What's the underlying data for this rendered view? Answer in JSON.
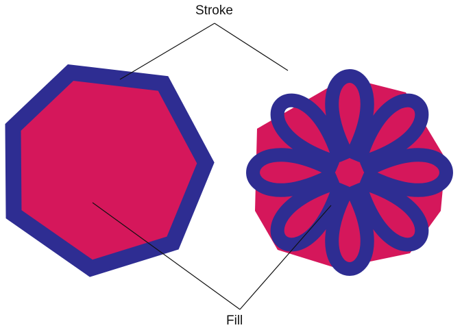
{
  "labels": {
    "stroke": "Stroke",
    "fill": "Fill"
  },
  "colors": {
    "fill": "#d5175b",
    "stroke": "#2e2d92",
    "callout_line": "#111111",
    "background": "#ffffff"
  },
  "shapes": [
    {
      "kind": "heptagon",
      "has_fill": true,
      "has_stroke": true
    },
    {
      "kind": "flower",
      "petals": 8,
      "has_fill": true,
      "has_stroke": true
    }
  ]
}
